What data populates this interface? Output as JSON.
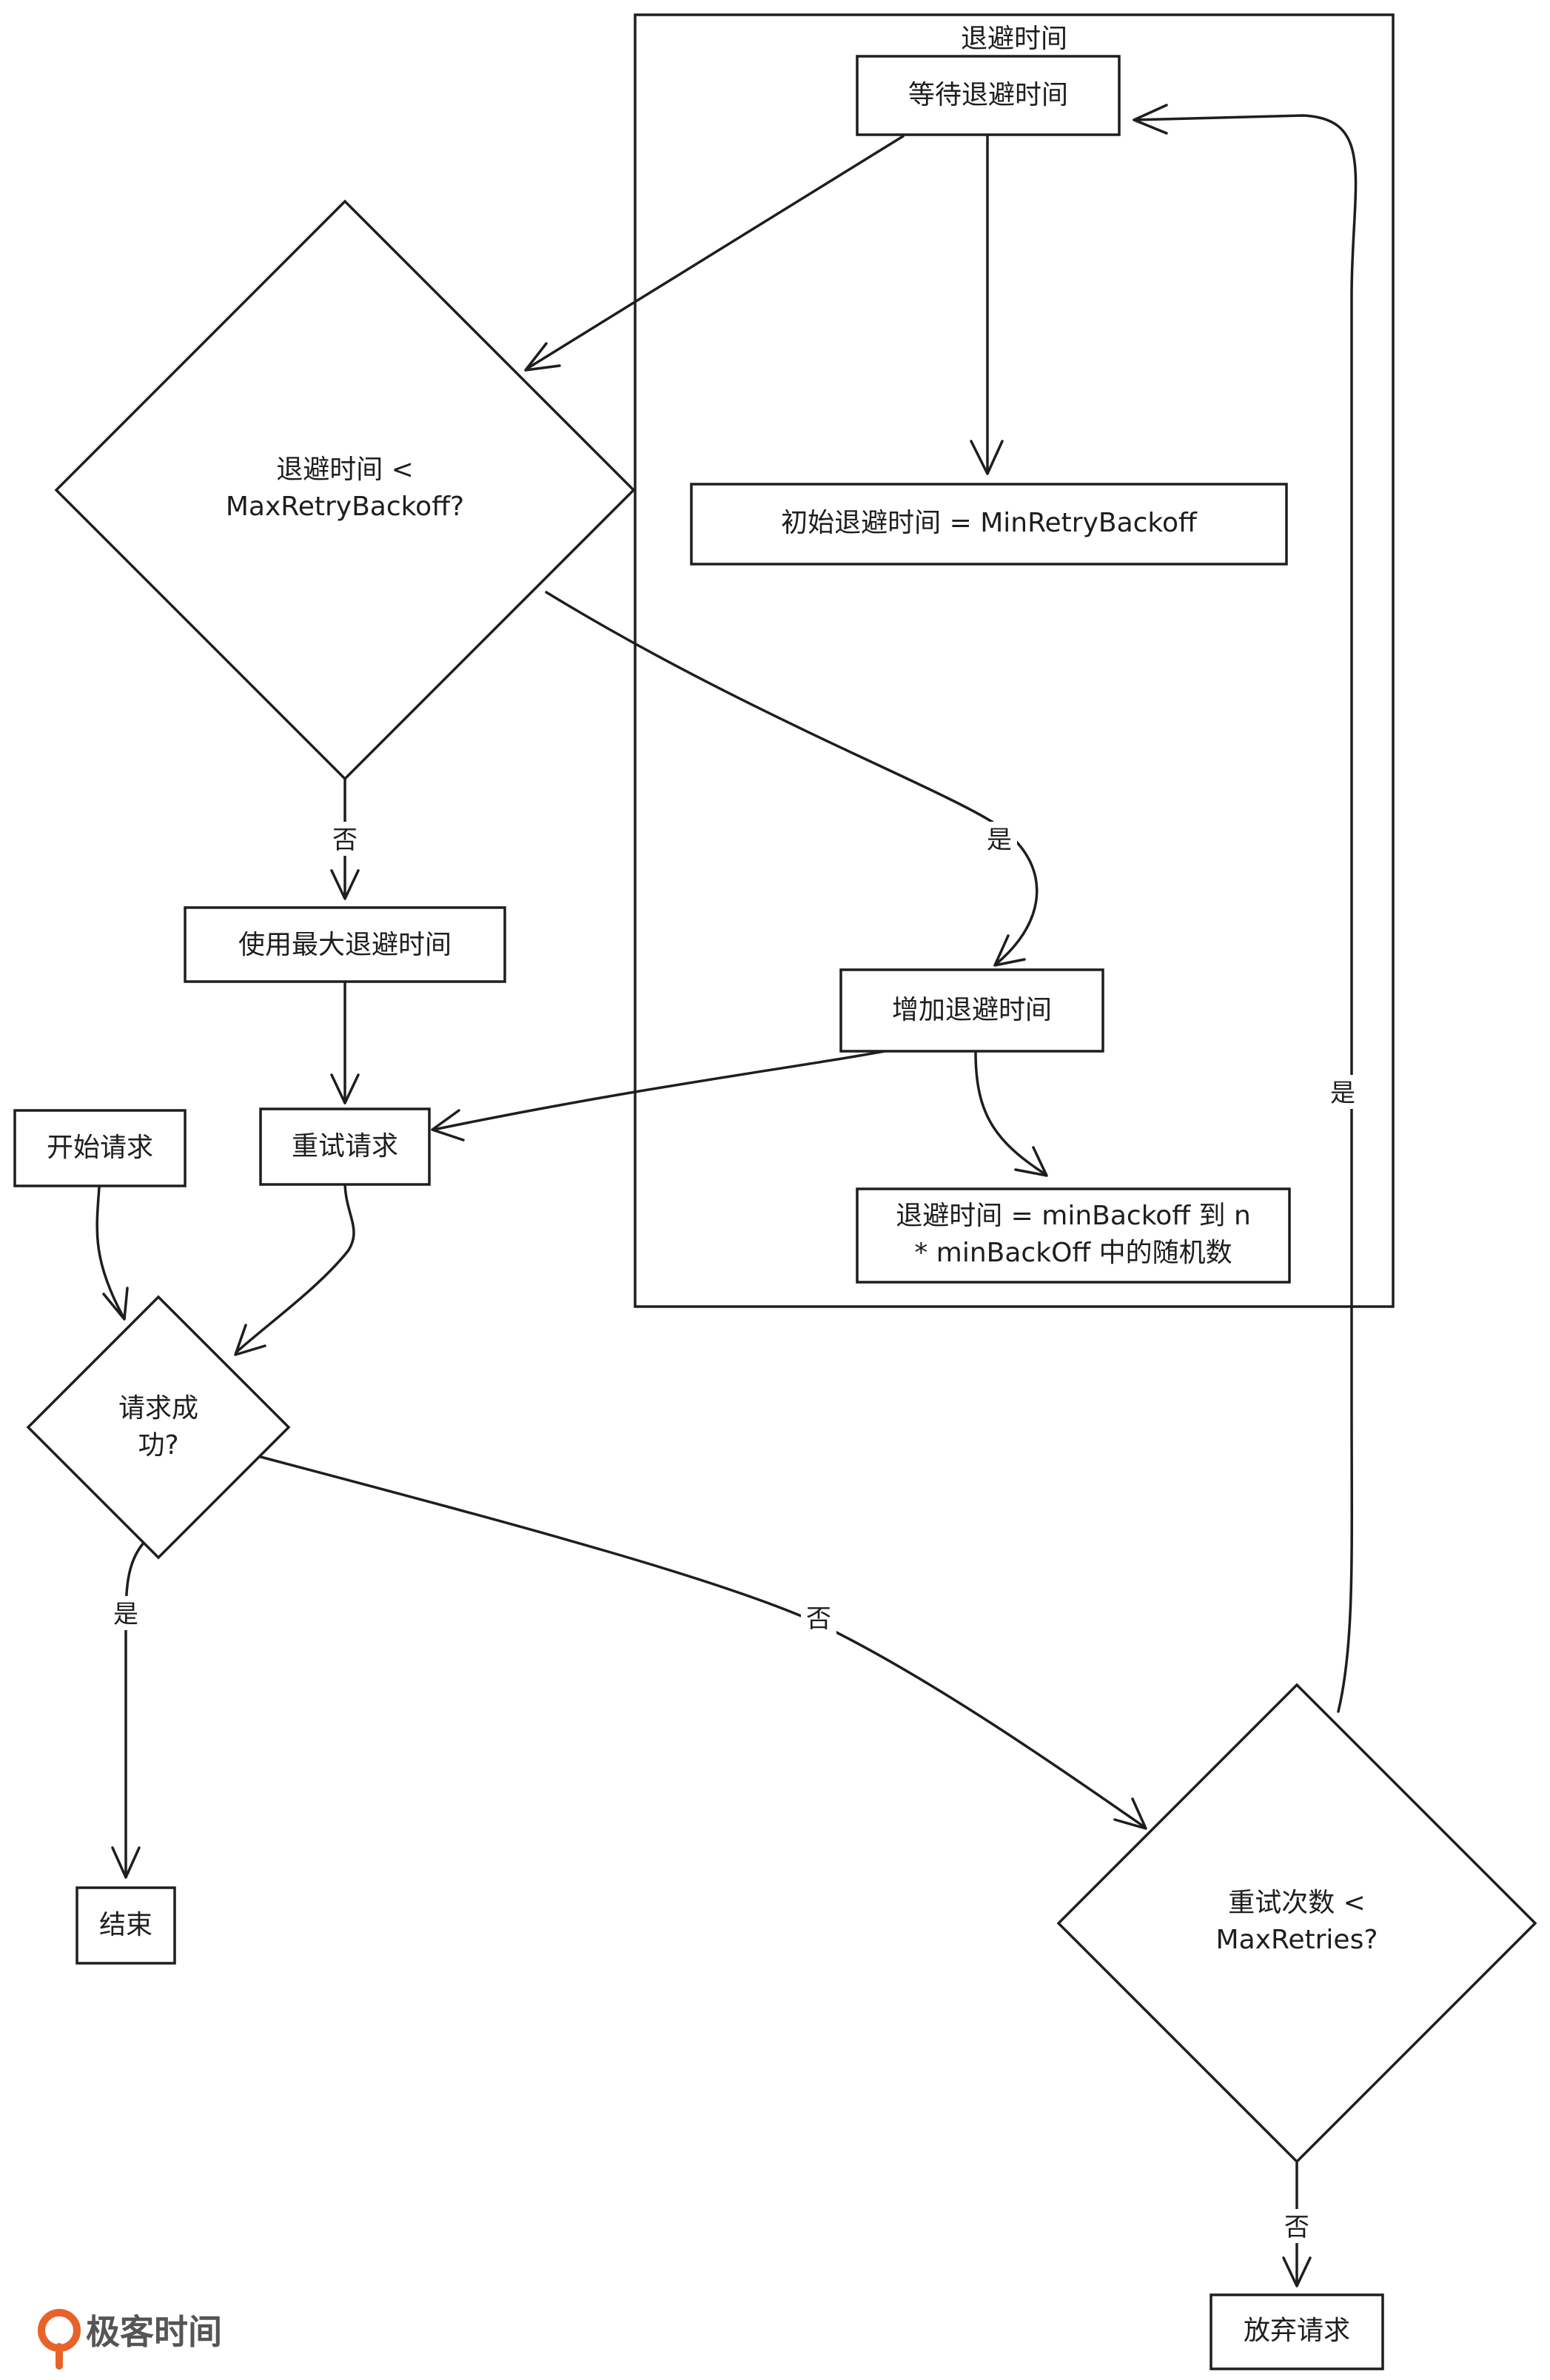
{
  "diagram": {
    "group": {
      "title": "退避时间"
    },
    "nodes": {
      "wait": {
        "label": "等待退避时间"
      },
      "init": {
        "label": "初始退避时间 = MinRetryBackoff"
      },
      "check_backoff": {
        "line1": "退避时间 <",
        "line2": "MaxRetryBackoff?"
      },
      "use_max": {
        "label": "使用最大退避时间"
      },
      "increase": {
        "label": "增加退避时间"
      },
      "random": {
        "line1": "退避时间 = minBackoff 到 n",
        "line2": "* minBackOff 中的随机数"
      },
      "retry": {
        "label": "重试请求"
      },
      "start": {
        "label": "开始请求"
      },
      "success": {
        "line1": "请求成",
        "line2": "功?"
      },
      "end": {
        "label": "结束"
      },
      "check_retries": {
        "line1": "重试次数 <",
        "line2": "MaxRetries?"
      },
      "give_up": {
        "label": "放弃请求"
      }
    },
    "edges": {
      "backoff_no": "否",
      "backoff_yes": "是",
      "success_yes": "是",
      "success_no": "否",
      "retries_yes": "是",
      "retries_no": "否"
    }
  },
  "colors": {
    "start_fill": "#ff99ff",
    "end_fill": "#99ff99",
    "give_up_fill": "#ff9999",
    "stroke": "#1e1e1e",
    "brand_orange": "#e8622a"
  },
  "brand": {
    "name": "极客时间",
    "icon": "geektime-logo-icon"
  }
}
